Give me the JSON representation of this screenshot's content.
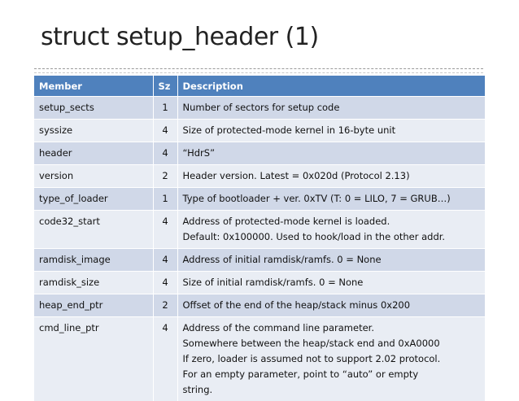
{
  "title": "struct setup_header (1)",
  "table": {
    "headers": [
      "Member",
      "Sz",
      "Description"
    ],
    "rows": [
      {
        "member": "setup_sects",
        "sz": "1",
        "desc": [
          "Number of sectors for setup code"
        ]
      },
      {
        "member": "syssize",
        "sz": "4",
        "desc": [
          "Size of protected-mode kernel in 16-byte unit"
        ]
      },
      {
        "member": "header",
        "sz": "4",
        "desc": [
          "“HdrS”"
        ]
      },
      {
        "member": "version",
        "sz": "2",
        "desc": [
          "Header version. Latest = 0x020d (Protocol 2.13)"
        ]
      },
      {
        "member": "type_of_loader",
        "sz": "1",
        "desc": [
          "Type of bootloader + ver. 0xTV (T: 0 = LILO, 7 = GRUB…)"
        ]
      },
      {
        "member": "code32_start",
        "sz": "4",
        "desc": [
          "Address of protected-mode kernel is loaded.",
          "Default: 0x100000. Used to hook/load in the other addr."
        ]
      },
      {
        "member": "ramdisk_image",
        "sz": "4",
        "desc": [
          "Address of initial ramdisk/ramfs. 0 = None"
        ]
      },
      {
        "member": "ramdisk_size",
        "sz": "4",
        "desc": [
          "Size of initial ramdisk/ramfs. 0 = None"
        ]
      },
      {
        "member": "heap_end_ptr",
        "sz": "2",
        "desc": [
          "Offset of the end of the heap/stack minus 0x200"
        ]
      },
      {
        "member": "cmd_line_ptr",
        "sz": "4",
        "desc": [
          "Address of the command line parameter.",
          "Somewhere between the heap/stack end and 0xA0000",
          "If zero, loader is assumed not to support 2.02 protocol.",
          "For an empty parameter, point to “auto” or empty",
          "string."
        ]
      }
    ]
  },
  "colors": {
    "header_bg": "#4f81bd",
    "row_odd": "#d0d8e8",
    "row_even": "#e9edf4"
  }
}
